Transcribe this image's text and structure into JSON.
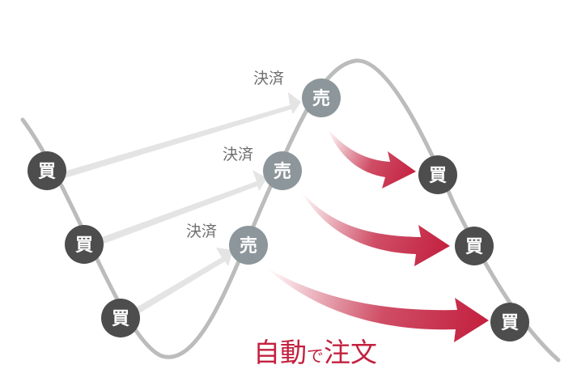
{
  "labels": {
    "buy": "買",
    "sell": "売",
    "settle": "決済"
  },
  "caption": {
    "large": "自動",
    "small": "で",
    "large2": "注文"
  },
  "colors": {
    "curve": "#bcbcbc",
    "buy_node": "#4d4d4d",
    "sell_node": "#8c969b",
    "settle_arrow": "#e4e4e4",
    "order_arrow": "#c3213f",
    "settle_text": "#6e6e6e",
    "caption_text": "#c3213f"
  },
  "trades": [
    {
      "buy": "買",
      "settle": "決済",
      "sell": "売",
      "rebuy": "買"
    },
    {
      "buy": "買",
      "settle": "決済",
      "sell": "売",
      "rebuy": "買"
    },
    {
      "buy": "買",
      "settle": "決済",
      "sell": "売",
      "rebuy": "買"
    }
  ]
}
